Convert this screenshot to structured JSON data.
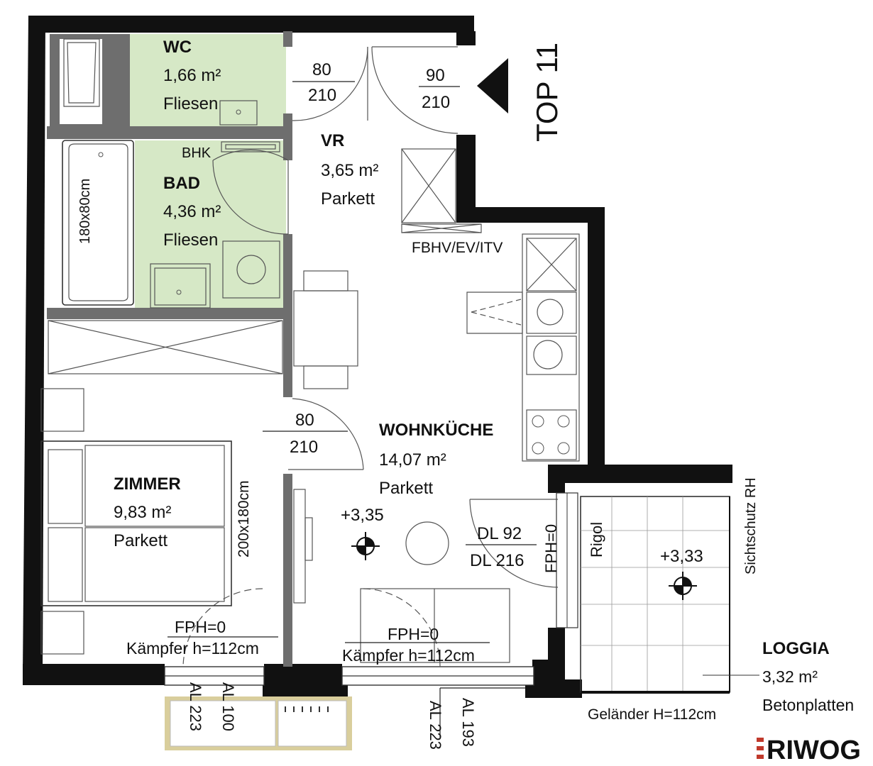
{
  "unit": {
    "name": "TOP 11"
  },
  "rooms": {
    "wc": {
      "name": "WC",
      "area": "1,66 m²",
      "floor": "Fliesen"
    },
    "bad": {
      "name": "BAD",
      "area": "4,36 m²",
      "floor": "Fliesen"
    },
    "vr": {
      "name": "VR",
      "area": "3,65 m²",
      "floor": "Parkett"
    },
    "wohn": {
      "name": "WOHNKÜCHE",
      "area": "14,07 m²",
      "floor": "Parkett"
    },
    "zimmer": {
      "name": "ZIMMER",
      "area": "9,83 m²",
      "floor": "Parkett"
    },
    "loggia": {
      "name": "LOGGIA",
      "area": "3,32 m²",
      "floor": "Betonplatten"
    }
  },
  "doors": {
    "wc": {
      "width": "80",
      "height": "210"
    },
    "entry": {
      "width": "90",
      "height": "210"
    },
    "zimmer": {
      "width": "80",
      "height": "210"
    },
    "loggia": {
      "width": "DL 92",
      "height": "DL 216"
    }
  },
  "labels": {
    "bhk": "BHK",
    "bathtub": "180x80cm",
    "bed": "200x180cm",
    "shaft": "FBHV/EV/ITV",
    "level_main": "+3,35",
    "level_loggia": "+3,33",
    "fph_loggia": "FPH=0",
    "rigol": "Rigol",
    "sichtschutz": "Sichtschutz RH",
    "fph_zimmer": "FPH=0",
    "kaempfer_zimmer": "Kämpfer h=112cm",
    "fph_wohn": "FPH=0",
    "kaempfer_wohn": "Kämpfer h=112cm",
    "al_zimmer_1": "AL 223",
    "al_zimmer_2": "AL 100",
    "al_wohn_1": "AL 223",
    "al_wohn_2": "AL 193",
    "gelaender": "Geländer H=112cm"
  },
  "brand": {
    "logo": "RIWOG"
  },
  "colors": {
    "tiles": "#d6e8c6",
    "walls": "#111111",
    "window": "#6e6e6e"
  }
}
